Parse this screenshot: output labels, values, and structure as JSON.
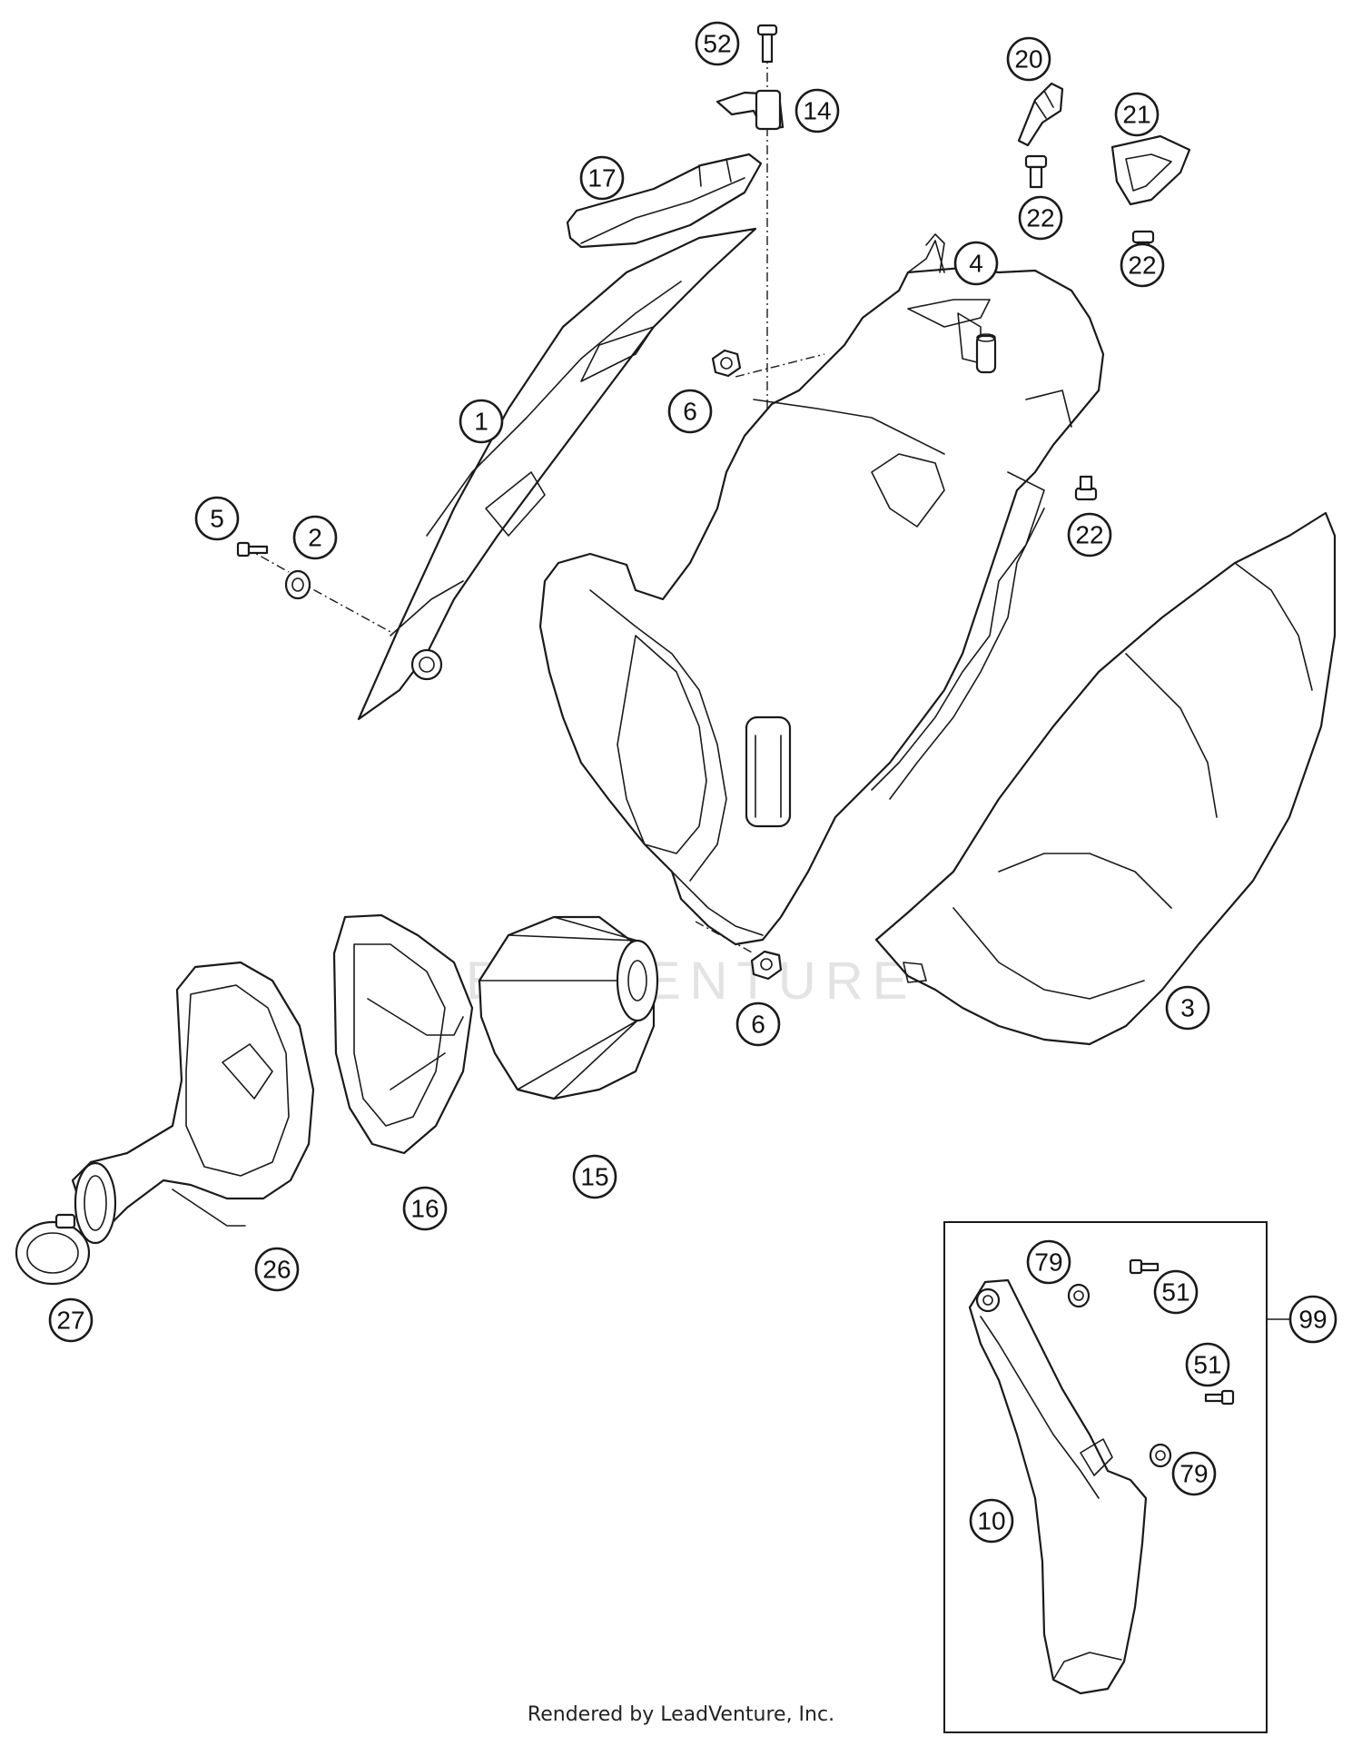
{
  "diagram": {
    "callouts": [
      {
        "id": "c52",
        "label": "52"
      },
      {
        "id": "c14",
        "label": "14"
      },
      {
        "id": "c17",
        "label": "17"
      },
      {
        "id": "c20",
        "label": "20"
      },
      {
        "id": "c21",
        "label": "21"
      },
      {
        "id": "c22a",
        "label": "22"
      },
      {
        "id": "c22b",
        "label": "22"
      },
      {
        "id": "c22c",
        "label": "22"
      },
      {
        "id": "c4",
        "label": "4"
      },
      {
        "id": "c1",
        "label": "1"
      },
      {
        "id": "c6a",
        "label": "6"
      },
      {
        "id": "c6b",
        "label": "6"
      },
      {
        "id": "c5",
        "label": "5"
      },
      {
        "id": "c2",
        "label": "2"
      },
      {
        "id": "c3",
        "label": "3"
      },
      {
        "id": "c15",
        "label": "15"
      },
      {
        "id": "c16",
        "label": "16"
      },
      {
        "id": "c26",
        "label": "26"
      },
      {
        "id": "c27",
        "label": "27"
      },
      {
        "id": "c79a",
        "label": "79"
      },
      {
        "id": "c79b",
        "label": "79"
      },
      {
        "id": "c51a",
        "label": "51"
      },
      {
        "id": "c51b",
        "label": "51"
      },
      {
        "id": "c10",
        "label": "10"
      },
      {
        "id": "c99",
        "label": "99"
      }
    ],
    "watermark": "LEADVENTURE"
  },
  "footer": {
    "text": "Rendered by LeadVenture, Inc."
  }
}
